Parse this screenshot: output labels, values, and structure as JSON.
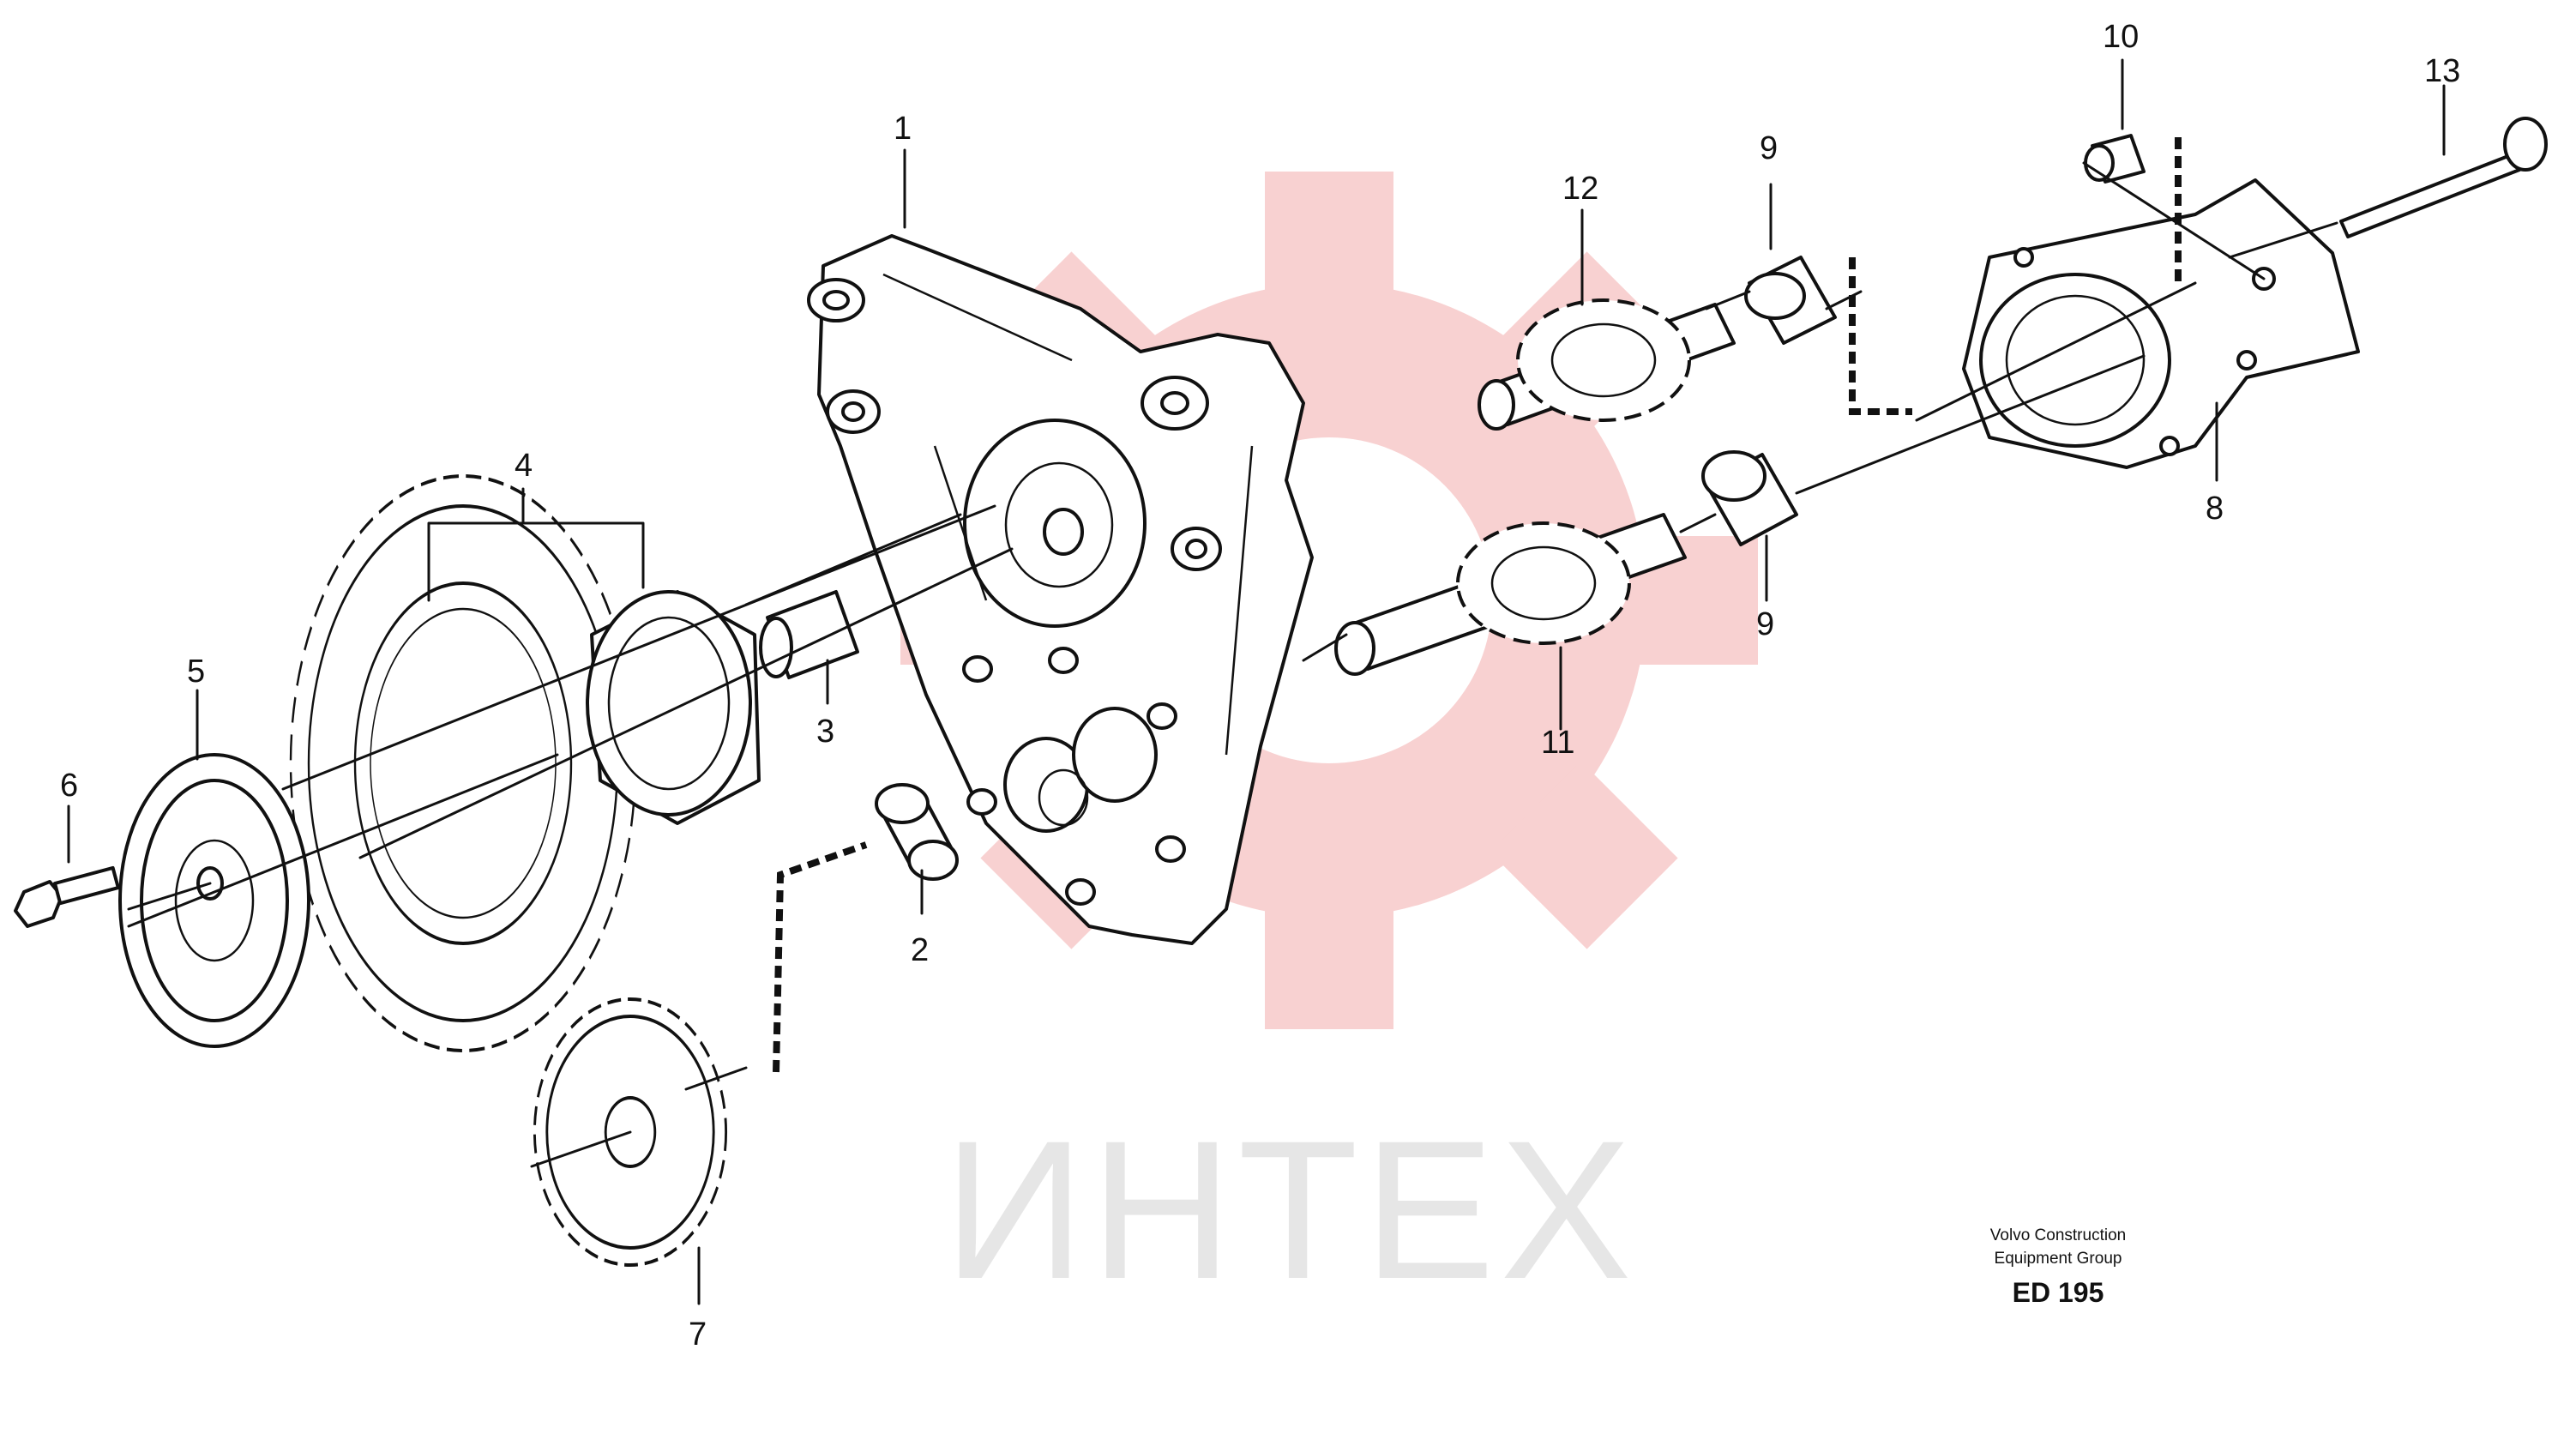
{
  "diagram": {
    "callouts": [
      "1",
      "2",
      "3",
      "4",
      "5",
      "6",
      "7",
      "8",
      "9",
      "9",
      "10",
      "11",
      "12",
      "13"
    ],
    "credit_line_1": "Volvo Construction",
    "credit_line_2": "Equipment Group",
    "drawing_code": "ED 195"
  },
  "watermark": {
    "text": "ИНТЕХ",
    "gear_color": "#f7c9c9",
    "text_color": "#e6e6e6"
  }
}
